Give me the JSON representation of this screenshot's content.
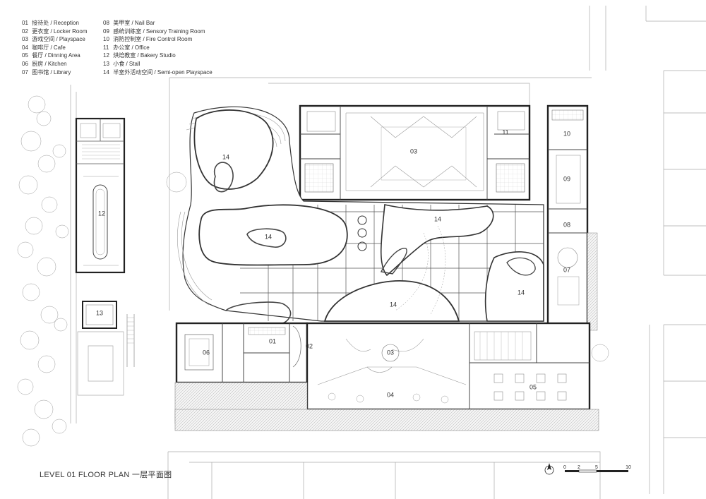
{
  "legend": [
    {
      "num": "01",
      "cn": "接待处",
      "en": "Reception"
    },
    {
      "num": "02",
      "cn": "更衣室",
      "en": "Locker Room"
    },
    {
      "num": "03",
      "cn": "游戏空间",
      "en": "Playspace"
    },
    {
      "num": "04",
      "cn": "咖啡厅",
      "en": "Cafe"
    },
    {
      "num": "05",
      "cn": "餐厅",
      "en": "Dinning Area"
    },
    {
      "num": "06",
      "cn": "厨房",
      "en": "Kitchen"
    },
    {
      "num": "07",
      "cn": "图书馆",
      "en": "Library"
    },
    {
      "num": "08",
      "cn": "美甲室",
      "en": "Nail Bar"
    },
    {
      "num": "09",
      "cn": "感统训练室",
      "en": "Sensory Training Room"
    },
    {
      "num": "10",
      "cn": "消防控制室",
      "en": "Fire Control Room"
    },
    {
      "num": "11",
      "cn": "办公室",
      "en": "Office"
    },
    {
      "num": "12",
      "cn": "烘焙教室",
      "en": "Bakery Studio"
    },
    {
      "num": "13",
      "cn": "小食",
      "en": "Stall"
    },
    {
      "num": "14",
      "cn": "半室外活动空间",
      "en": "Semi-open Playspace"
    }
  ],
  "title": "LEVEL 01 FLOOR PLAN  一层平面图",
  "scale_bar": {
    "ticks": [
      "0",
      "2",
      "5",
      "10"
    ]
  },
  "room_labels": {
    "r14a": "14",
    "r14b": "14",
    "r14c": "14",
    "r14d": "14",
    "r14e": "14",
    "r03a": "03",
    "r03b": "03",
    "r11": "11",
    "r10": "10",
    "r09": "09",
    "r08": "08",
    "r07": "07",
    "r12": "12",
    "r13": "13",
    "r06": "06",
    "r01": "01",
    "r02": "02",
    "r04": "04",
    "r05": "05"
  }
}
